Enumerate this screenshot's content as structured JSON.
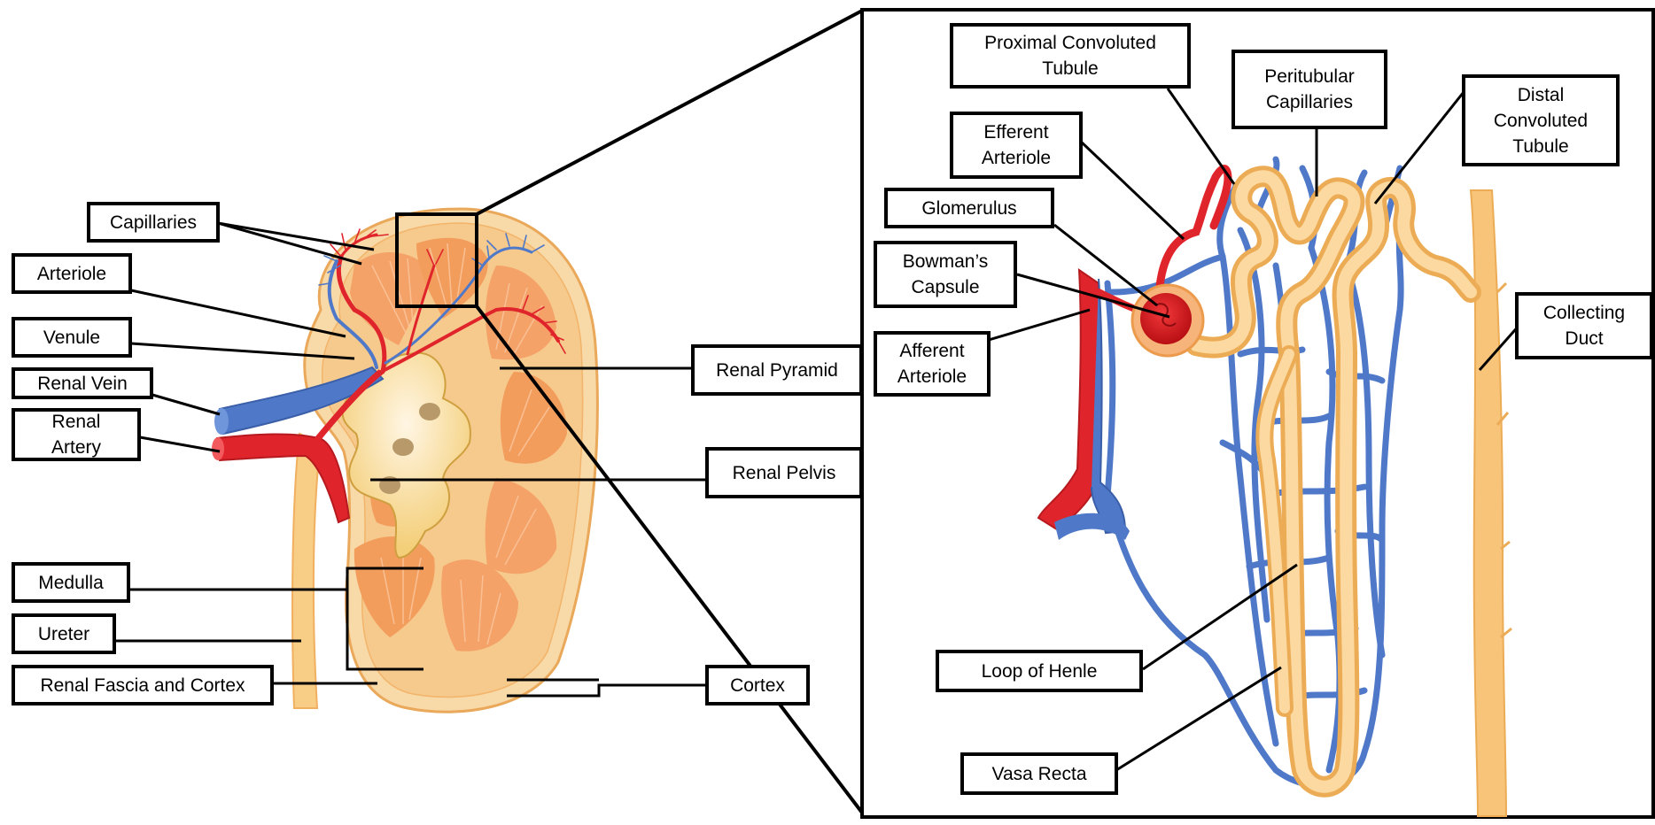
{
  "diagram": {
    "colors": {
      "outline": "#000000",
      "artery": "#e0242b",
      "vein": "#4f79c8",
      "tubule": "#f7c47a",
      "tubule_edge": "#f0a34a",
      "kidney_fill": "#f8d9a8",
      "kidney_edge": "#f0b66c",
      "pyramid": "#f49b5e",
      "pelvis": "#f6d98a",
      "pelvis_edge": "#d5a53a",
      "glomerulus": "#d9161c",
      "capsule": "#f6b47a"
    },
    "icons": [
      "kidney-cross-section",
      "nephron-illustration"
    ],
    "labels": {
      "capillaries": "Capillaries",
      "arteriole": "Arteriole",
      "venule": "Venule",
      "renal_vein": "Renal Vein",
      "renal_artery": "Renal\nArtery",
      "medulla": "Medulla",
      "ureter": "Ureter",
      "renal_fascia_cortex": "Renal Fascia and Cortex",
      "renal_pyramid": "Renal Pyramid",
      "renal_pelvis": "Renal Pelvis",
      "cortex": "Cortex",
      "proximal_convoluted_tubule": "Proximal Convoluted\nTubule",
      "efferent_arteriole": "Efferent\nArteriole",
      "glomerulus": "Glomerulus",
      "bowmans_capsule": "Bowman’s\nCapsule",
      "afferent_arteriole": "Afferent\nArteriole",
      "peritubular_capillaries": "Peritubular\nCapillaries",
      "distal_convoluted_tubule": "Distal\nConvoluted\nTubule",
      "collecting_duct": "Collecting\nDuct",
      "loop_of_henle": "Loop of Henle",
      "vasa_recta": "Vasa Recta"
    }
  }
}
